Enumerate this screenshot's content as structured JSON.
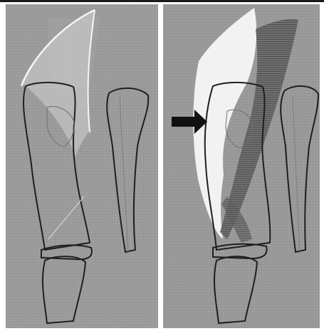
{
  "figure": {
    "panels": [
      {
        "id": "left",
        "contents": [
          "bone-outline",
          "white-wedge"
        ]
      },
      {
        "id": "right",
        "contents": [
          "bone-outline",
          "white-wedge",
          "hatched-overlay",
          "arrow"
        ]
      }
    ]
  },
  "colors": {
    "background": "#9a9a9a",
    "outline": "#1f1f1f",
    "wedge": "#f2f2f2",
    "overlay": "#5a5a5a",
    "arrow": "#111111"
  },
  "icons": {
    "arrow": "arrow-right-icon"
  }
}
